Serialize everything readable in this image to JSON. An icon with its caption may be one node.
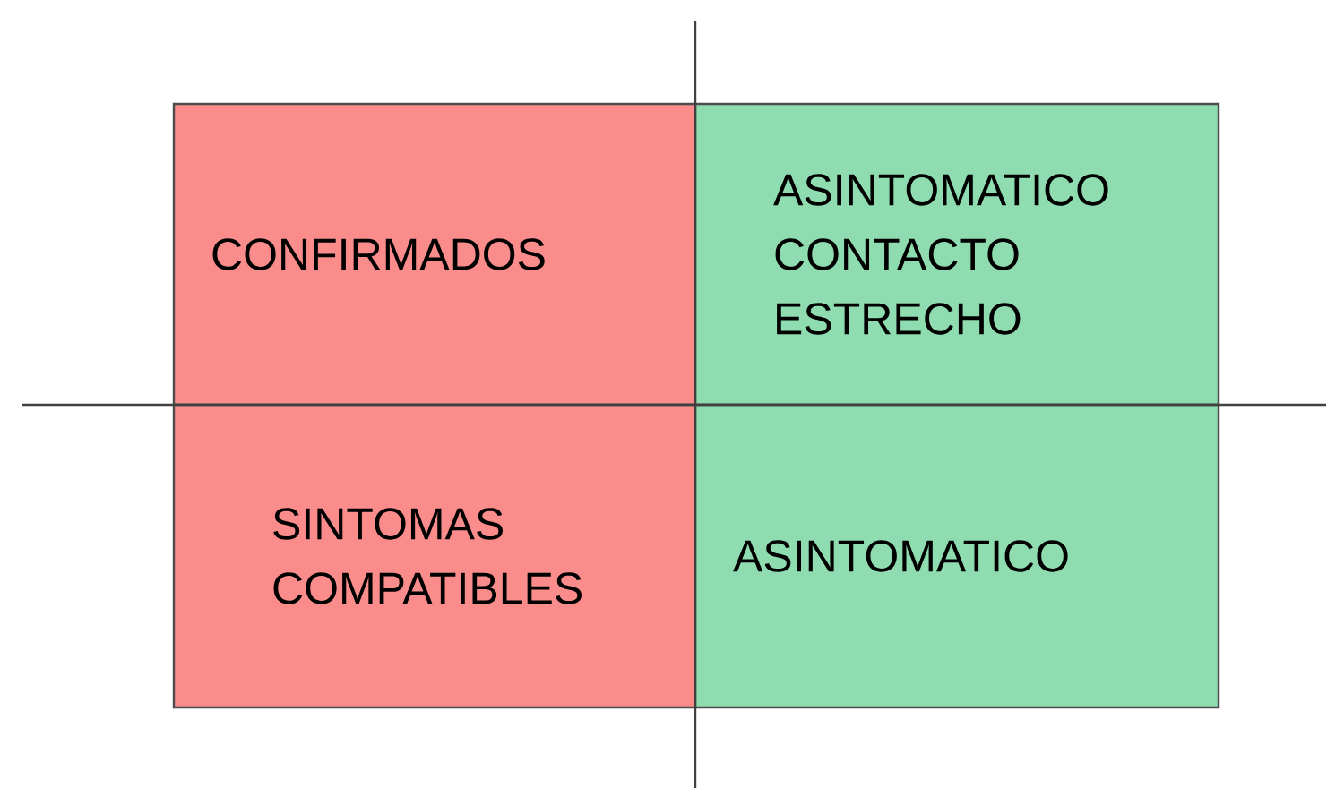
{
  "diagram": {
    "nodes": [
      {
        "text": [
          "CONFIRMADOS"
        ]
      },
      {
        "text": [
          "ASINTOMATICO CONTACTO ESTRECHO"
        ]
      },
      {
        "text": [
          "SINTOMAS COMPATIBLES"
        ]
      },
      {
        "text": [
          "ASINTOMATICO"
        ]
      }
    ]
  }
}
